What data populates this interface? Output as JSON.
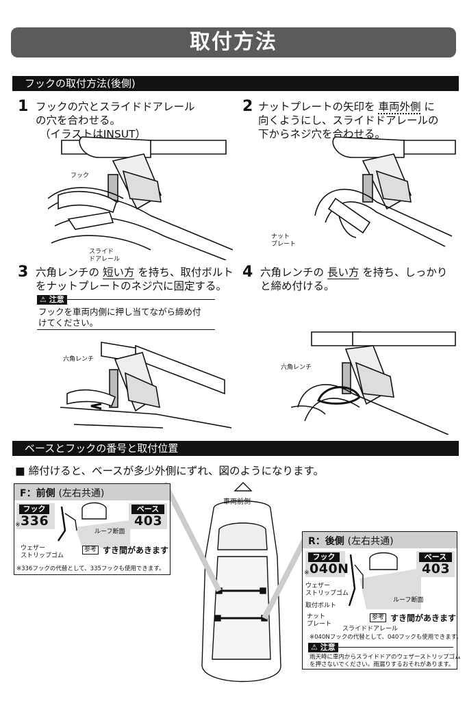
{
  "title": "取付方法",
  "section1": {
    "title": "フックの取付方法(後側)"
  },
  "steps": [
    {
      "num": "1",
      "lines": [
        "フックの穴とスライドドアレール",
        "の穴を合わせる。",
        "（イラストはINSUT）"
      ],
      "labels": {
        "hook": "フック",
        "rail1": "スライド",
        "rail2": "ドアレール"
      }
    },
    {
      "num": "2",
      "line1_pre": "ナットプレートの矢印を",
      "line1_em": "車両外側",
      "line1_post": "に",
      "lines": [
        "向くようにし、スライドドアレールの",
        "下からネジ穴を合わせる。"
      ],
      "labels": {
        "nut1": "ナット",
        "nut2": "プレート"
      }
    },
    {
      "num": "3",
      "line1_pre": "六角レンチの",
      "line1_em": "短い方",
      "line1_post": "を持ち、取付ボルト",
      "lines": [
        "をナットプレートのネジ穴に固定する。"
      ],
      "caution_badge": "注意",
      "caution_lines": [
        "フックを車両内側に押し当てながら締め付",
        "けてください。"
      ],
      "labels": {
        "wrench": "六角レンチ"
      }
    },
    {
      "num": "4",
      "line1_pre": "六角レンチの",
      "line1_em": "長い方",
      "line1_post": "を持ち、しっかり",
      "lines": [
        "と締め付ける。"
      ],
      "labels": {
        "wrench": "六角レンチ"
      }
    }
  ],
  "section2": {
    "title": "ベースとフックの番号と取付位置"
  },
  "notice": "■ 締付けると、ベースが多少外側にずれ、図のようになります。",
  "front_label": "車両前側",
  "panel_front": {
    "head_bold": "F：前側",
    "head_norm": "(左右共通)",
    "hook_label": "フック",
    "hook_code": "336",
    "hook_mark": "※",
    "base_label": "ベース",
    "base_code": "403",
    "roof_label": "ルーフ断面",
    "weather1": "ウェザー",
    "weather2": "ストリップゴム",
    "ref_badge": "参考",
    "ref_text": "すき間があきます",
    "footnote": "※336フックの代替として、335フックも使用できます。"
  },
  "panel_rear": {
    "head_bold": "R：後側",
    "head_norm": "(左右共通)",
    "hook_label": "フック",
    "hook_code": "040N",
    "hook_mark": "※",
    "base_label": "ベース",
    "base_code": "403",
    "weather1": "ウェザー",
    "weather2": "ストリップゴム",
    "roof_label": "ルーフ断面",
    "bolt_label": "取付ボルト",
    "nut1": "ナット",
    "nut2": "プレート",
    "rail_label": "スライドドアレール",
    "ref_badge": "参考",
    "ref_text": "すき間があきます",
    "footnote": "※040Nフックの代替として、040フックも使用できます。",
    "caution_badge": "注意",
    "caution_lines": [
      "雨天時に車内からスライドドアのウェザーストリップゴム",
      "を押さないでください。雨漏りするおそれがあります。"
    ]
  }
}
